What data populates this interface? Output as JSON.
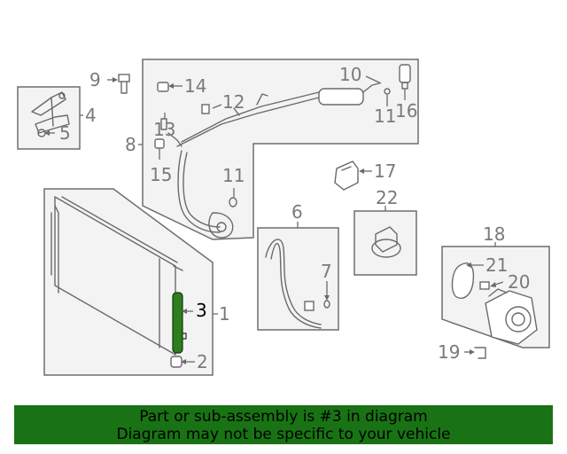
{
  "diagram": {
    "highlight_color": "#2e7d1e",
    "callouts": {
      "c1": "1",
      "c2": "2",
      "c3": "3",
      "c4": "4",
      "c5": "5",
      "c6": "6",
      "c7": "7",
      "c8": "8",
      "c9": "9",
      "c10": "10",
      "c11a": "11",
      "c11b": "11",
      "c12": "12",
      "c13": "13",
      "c14": "14",
      "c15": "15",
      "c16": "16",
      "c17": "17",
      "c18": "18",
      "c19": "19",
      "c20": "20",
      "c21": "21",
      "c22": "22"
    }
  },
  "banner": {
    "line1": "Part or sub-assembly is #3 in diagram",
    "line2": "Diagram may not be specific to your vehicle",
    "background": "#197314"
  }
}
